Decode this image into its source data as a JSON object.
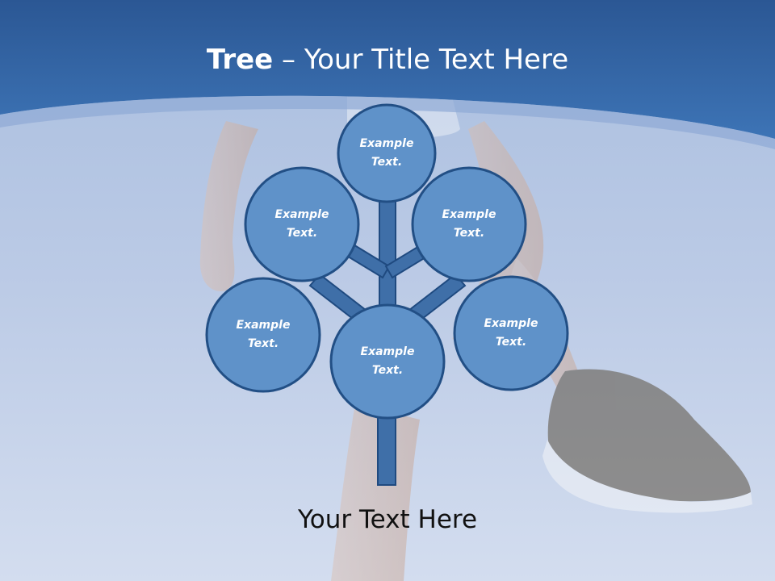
{
  "slide": {
    "title_bold": "Tree",
    "title_dash": "–",
    "title_rest": "Your Title Text Here",
    "footer": "Your Text Here"
  },
  "diagram": {
    "nodes": [
      {
        "id": "top",
        "label": "Example Text."
      },
      {
        "id": "upper-left",
        "label": "Example Text."
      },
      {
        "id": "upper-right",
        "label": "Example Text."
      },
      {
        "id": "lower-left",
        "label": "Example Text."
      },
      {
        "id": "lower-right",
        "label": "Example Text."
      },
      {
        "id": "center",
        "label": "Example Text."
      }
    ]
  },
  "colors": {
    "header_dark": "#2a5593",
    "header_light": "#3c73b4",
    "background_light": "#d4deef",
    "node_fill": "#5f92c9",
    "node_stroke": "#224f85",
    "trunk_fill": "#3f6fa8"
  }
}
